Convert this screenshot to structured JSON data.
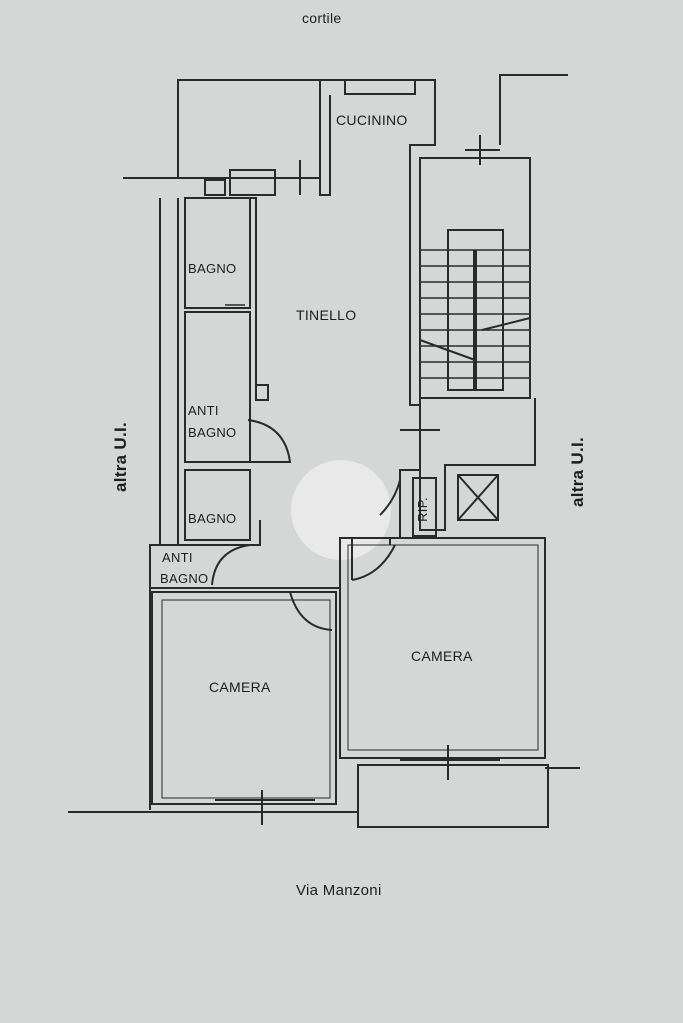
{
  "plan": {
    "top_label": "cortile",
    "bottom_label": "Via Manzoni",
    "left_side_label": "altra U.I.",
    "right_side_label": "altra U.I.",
    "rooms": {
      "cucinino": "CUCININO",
      "tinello": "TINELLO",
      "bagno_1": "BAGNO",
      "anti_bagno_1_line1": "ANTI",
      "anti_bagno_1_line2": "BAGNO",
      "bagno_2": "BAGNO",
      "anti_bagno_2_line1": "ANTI",
      "anti_bagno_2_line2": "BAGNO",
      "camera_left": "CAMERA",
      "camera_right": "CAMERA",
      "ripostiglio": "RIP."
    }
  }
}
